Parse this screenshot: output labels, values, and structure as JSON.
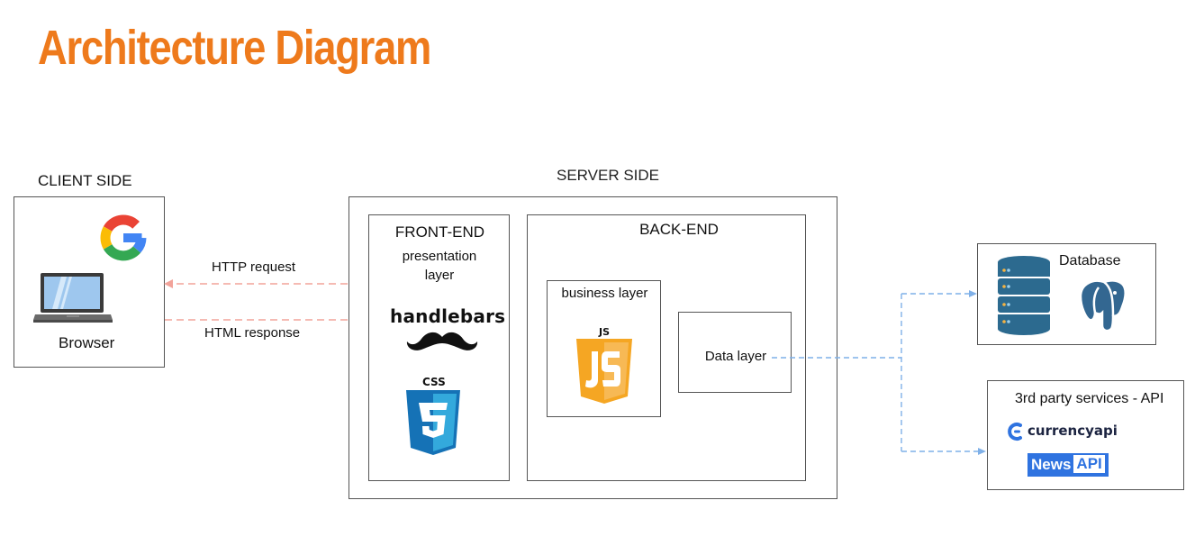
{
  "title": "Architecture Diagram",
  "client": {
    "heading": "CLIENT SIDE",
    "browser_label": "Browser"
  },
  "server": {
    "heading": "SERVER SIDE",
    "frontend": {
      "title": "FRONT-END",
      "subtitle": "presentation layer",
      "template_engine": "handlebars",
      "css_badge": "CSS"
    },
    "backend": {
      "title": "BACK-END",
      "business_layer": "business layer",
      "js_badge": "JS",
      "data_layer": "Data layer"
    }
  },
  "connections": {
    "request": "HTTP request",
    "response": "HTML response"
  },
  "database": {
    "title": "Database"
  },
  "services": {
    "title": "3rd party services - API",
    "currency": "currencyapi",
    "news": "News",
    "news_api": "API"
  },
  "colors": {
    "title": "#ee7a1c",
    "http_arrow": "#f2a39a",
    "data_arrow": "#7fb0e8",
    "db_blue": "#2c6a8f",
    "postgres": "#336791",
    "js_orange": "#f5a623",
    "css_blue": "#1572b6"
  }
}
